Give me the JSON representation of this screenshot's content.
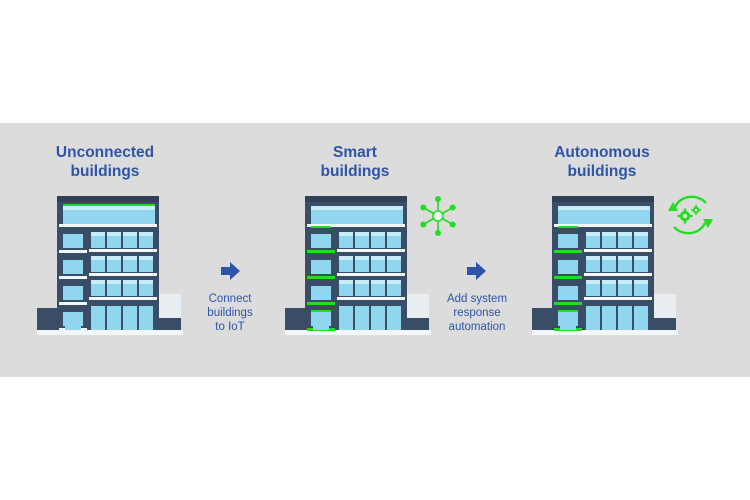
{
  "stages": [
    {
      "title_line1": "Unconnected",
      "title_line2": "buildings"
    },
    {
      "title_line1": "Smart",
      "title_line2": "buildings",
      "badge_icon": "network-hub-icon"
    },
    {
      "title_line1": "Autonomous",
      "title_line2": "buildings",
      "badge_icon": "gear-cycle-icon"
    }
  ],
  "transitions": [
    {
      "line1": "Connect",
      "line2": "buildings",
      "line3": "to IoT"
    },
    {
      "line1": "Add system",
      "line2": "response",
      "line3": "automation"
    }
  ],
  "colors": {
    "band": "#dcdcdc",
    "text": "#2d54a8",
    "arrow": "#2d54a8",
    "accent_green": "#22dd22",
    "building_dark": "#3a4d66",
    "glass": "#8fd6ee"
  }
}
